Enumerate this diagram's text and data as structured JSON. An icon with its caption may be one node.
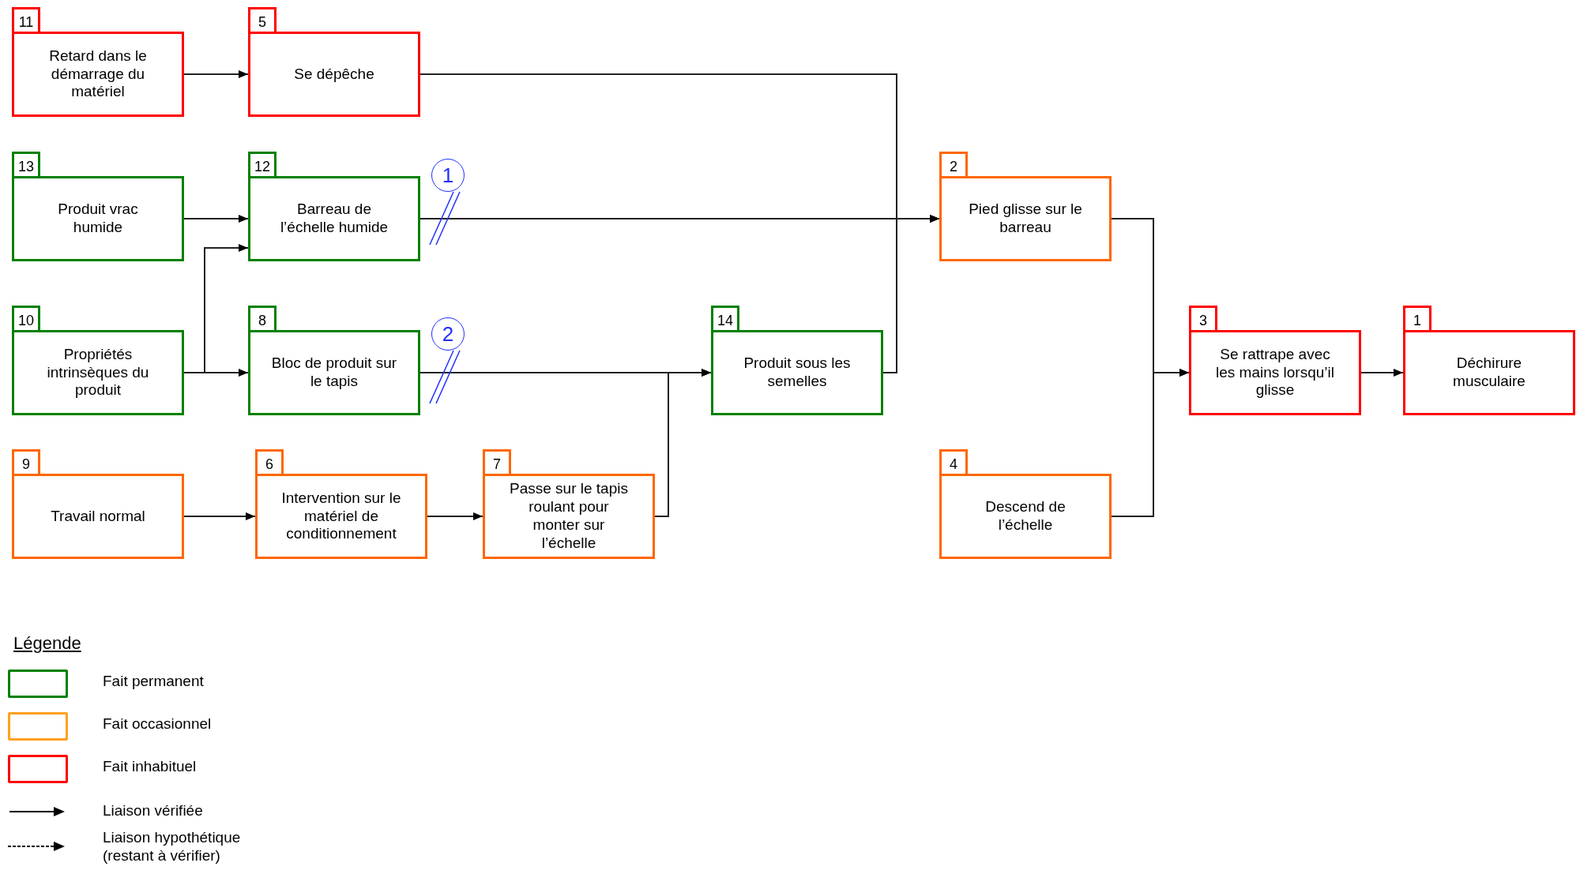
{
  "diagram": {
    "nodes": [
      {
        "text": [
          "11",
          "Retard dans le démarrage du matériel"
        ]
      },
      {
        "text": [
          "5",
          "Se dépêche"
        ]
      },
      {
        "text": [
          "13",
          "Produit vrac humide"
        ]
      },
      {
        "text": [
          "12",
          "Barreau de l’échelle humide"
        ]
      },
      {
        "text": [
          "2",
          "Pied glisse sur le barreau"
        ]
      },
      {
        "text": [
          "10",
          "Propriétés intrinsèques du produit"
        ]
      },
      {
        "text": [
          "8",
          "Bloc de produit sur le tapis"
        ]
      },
      {
        "text": [
          "14",
          "Produit sous les semelles"
        ]
      },
      {
        "text": [
          "3",
          "Se rattrape avec les mains lorsqu’il glisse"
        ]
      },
      {
        "text": [
          "1",
          "Déchirure musculaire"
        ]
      },
      {
        "text": [
          "9",
          "Travail normal"
        ]
      },
      {
        "text": [
          "6",
          "Intervention sur le matériel de conditionnement"
        ]
      },
      {
        "text": [
          "7",
          "Passe sur le tapis roulant pour monter sur l’échelle"
        ]
      },
      {
        "text": [
          "4",
          "Descend de l’échelle"
        ]
      }
    ],
    "edges": [
      {
        "from": 0,
        "to": 1,
        "arrow": "to"
      },
      {
        "from": 2,
        "to": 3,
        "arrow": "to"
      },
      {
        "from": 5,
        "to": 3,
        "arrow": "to"
      },
      {
        "from": 5,
        "to": 6,
        "arrow": "to"
      },
      {
        "from": 3,
        "to": 4,
        "arrow": "to"
      },
      {
        "from": 1,
        "to": 4,
        "arrow": "to"
      },
      {
        "from": 7,
        "to": 4,
        "arrow": "to"
      },
      {
        "from": 6,
        "to": 7,
        "arrow": "to"
      },
      {
        "from": 12,
        "to": 7,
        "arrow": "to"
      },
      {
        "from": 10,
        "to": 11,
        "arrow": "to"
      },
      {
        "from": 11,
        "to": 12,
        "arrow": "to"
      },
      {
        "from": 4,
        "to": 8,
        "arrow": "to"
      },
      {
        "from": 13,
        "to": 8,
        "arrow": "to"
      },
      {
        "from": 8,
        "to": 9,
        "arrow": "to"
      }
    ],
    "labels": [
      "1",
      "2",
      "Légende"
    ],
    "legend": [
      {
        "text": "Fait permanent",
        "color": "#008000"
      },
      {
        "text": "Fait occasionnel",
        "color": "#ffa020"
      },
      {
        "text": "Fait inhabituel",
        "color": "#ff0000"
      },
      {
        "text": "Liaison vérifiée"
      },
      {
        "text": "Liaison hypothétique (restant à vérifier)"
      }
    ]
  }
}
